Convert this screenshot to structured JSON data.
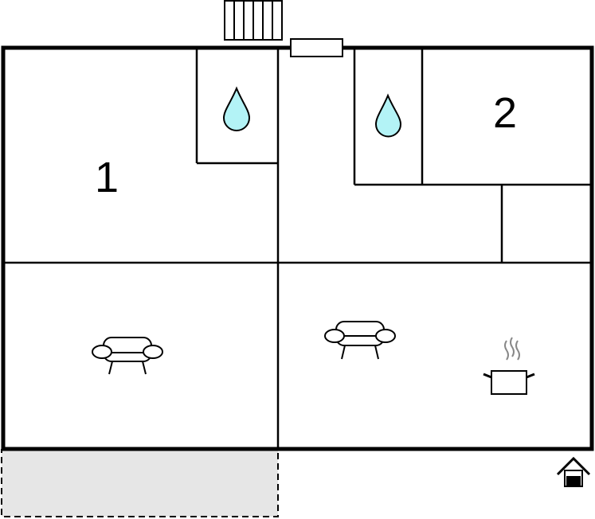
{
  "floorplan": {
    "rooms": [
      {
        "label": "1",
        "type": "bedroom"
      },
      {
        "label": "2",
        "type": "bedroom"
      },
      {
        "label": "",
        "type": "bathroom",
        "icon": "water-drop-icon"
      },
      {
        "label": "",
        "type": "bathroom",
        "icon": "water-drop-icon"
      },
      {
        "label": "",
        "type": "living-room",
        "icon": "sofa-icon"
      },
      {
        "label": "",
        "type": "living-kitchen",
        "icons": [
          "sofa-icon",
          "cooking-pot-icon"
        ]
      },
      {
        "label": "",
        "type": "storage"
      },
      {
        "label": "",
        "type": "hallway"
      }
    ],
    "features": [
      "radiator-icon",
      "window-icon",
      "terrace",
      "entrance-icon"
    ]
  },
  "colors": {
    "wall": "#000000",
    "water_fill": "#b3f3f6",
    "terrace_fill": "#e6e6e6",
    "steam": "#888888"
  }
}
